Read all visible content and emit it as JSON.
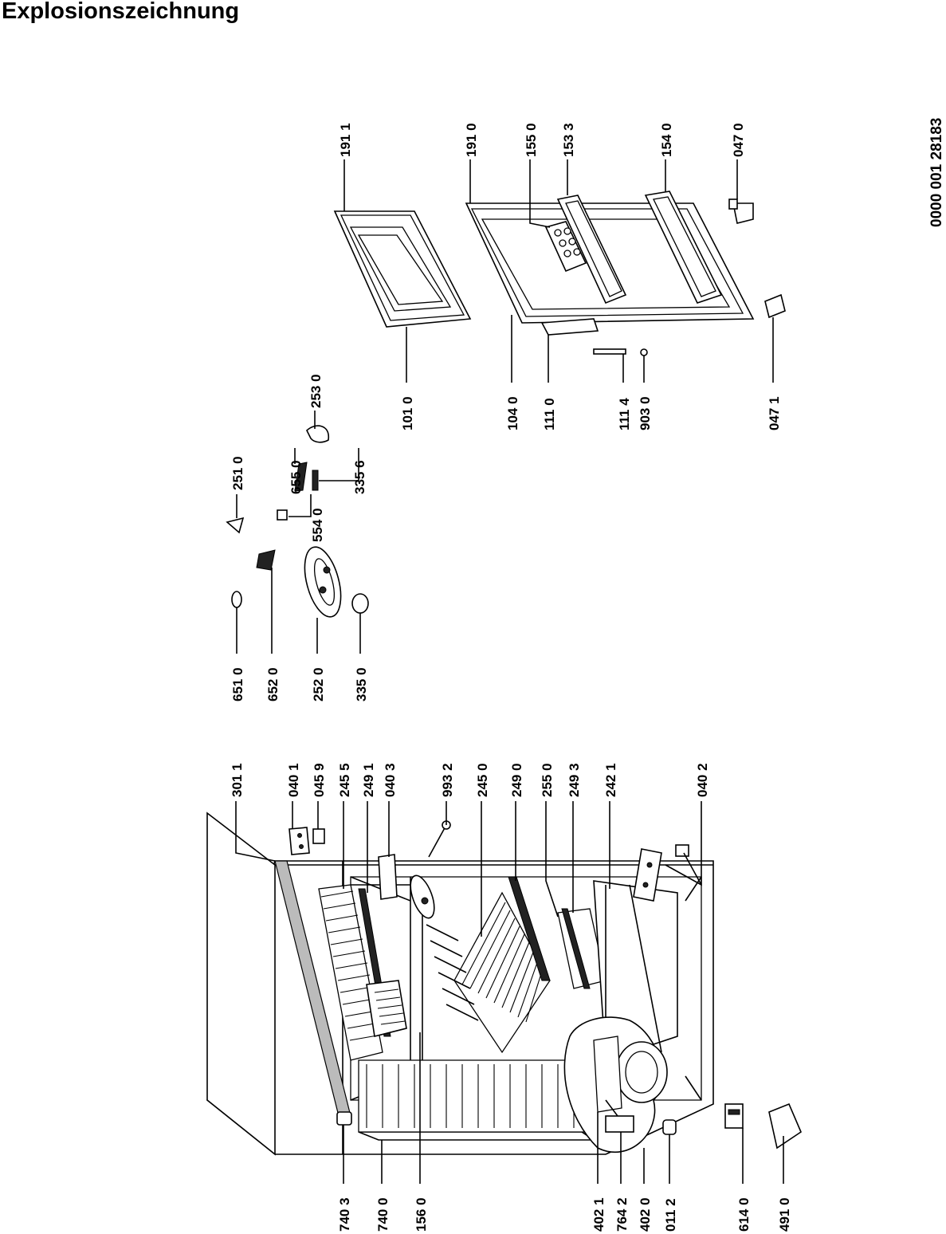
{
  "title": "Explosionszeichnung",
  "document_number": "0000  001 28183",
  "part_labels": [
    "301 1",
    "040 1",
    "045 9",
    "245 5",
    "249 1",
    "040 3",
    "993 2",
    "245 0",
    "249 0",
    "255 0",
    "249 3",
    "242 1",
    "040 2",
    "651 0",
    "652 0",
    "252 0",
    "335 0",
    "251 0",
    "554 0",
    "655 0",
    "335 6",
    "253 0",
    "191 1",
    "101 0",
    "191 0",
    "155 0",
    "153 3",
    "154 0",
    "047 0",
    "104 0",
    "111 0",
    "111 4",
    "903 0",
    "047 1",
    "740 3",
    "740 0",
    "156 0",
    "402 1",
    "764 2",
    "402 0",
    "011 2",
    "614 0",
    "491 0"
  ]
}
